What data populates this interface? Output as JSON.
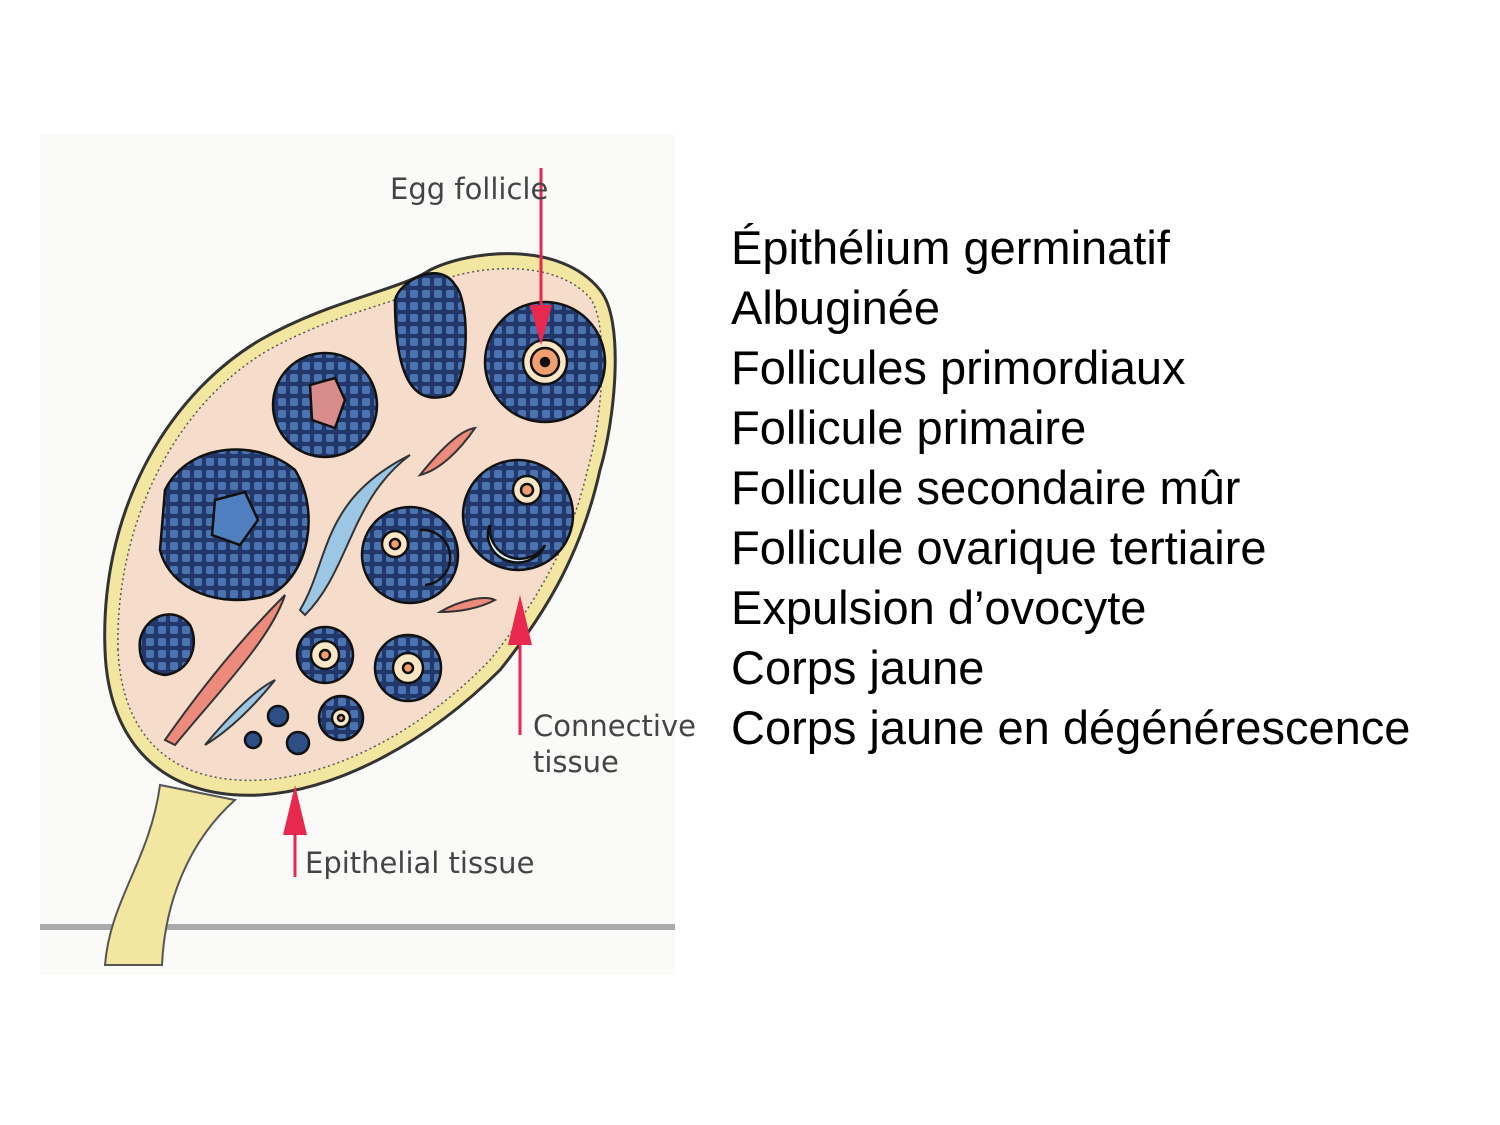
{
  "diagram": {
    "labels": {
      "egg_follicle": "Egg follicle",
      "connective_tissue_line1": "Connective",
      "connective_tissue_line2": "tissue",
      "epithelial_tissue": "Epithelial tissue"
    },
    "colors": {
      "arrow": "#e8284f",
      "follicle_cells": "#2d4f86",
      "stroma": "#f6dccb",
      "epithelium": "#f2e6a0"
    }
  },
  "terms": [
    "Épithélium germinatif",
    "Albuginée",
    "Follicules primordiaux",
    "Follicule primaire",
    "Follicule secondaire mûr",
    "Follicule ovarique tertiaire",
    "Expulsion d’ovocyte",
    "Corps jaune",
    "Corps jaune en dégénérescence"
  ]
}
